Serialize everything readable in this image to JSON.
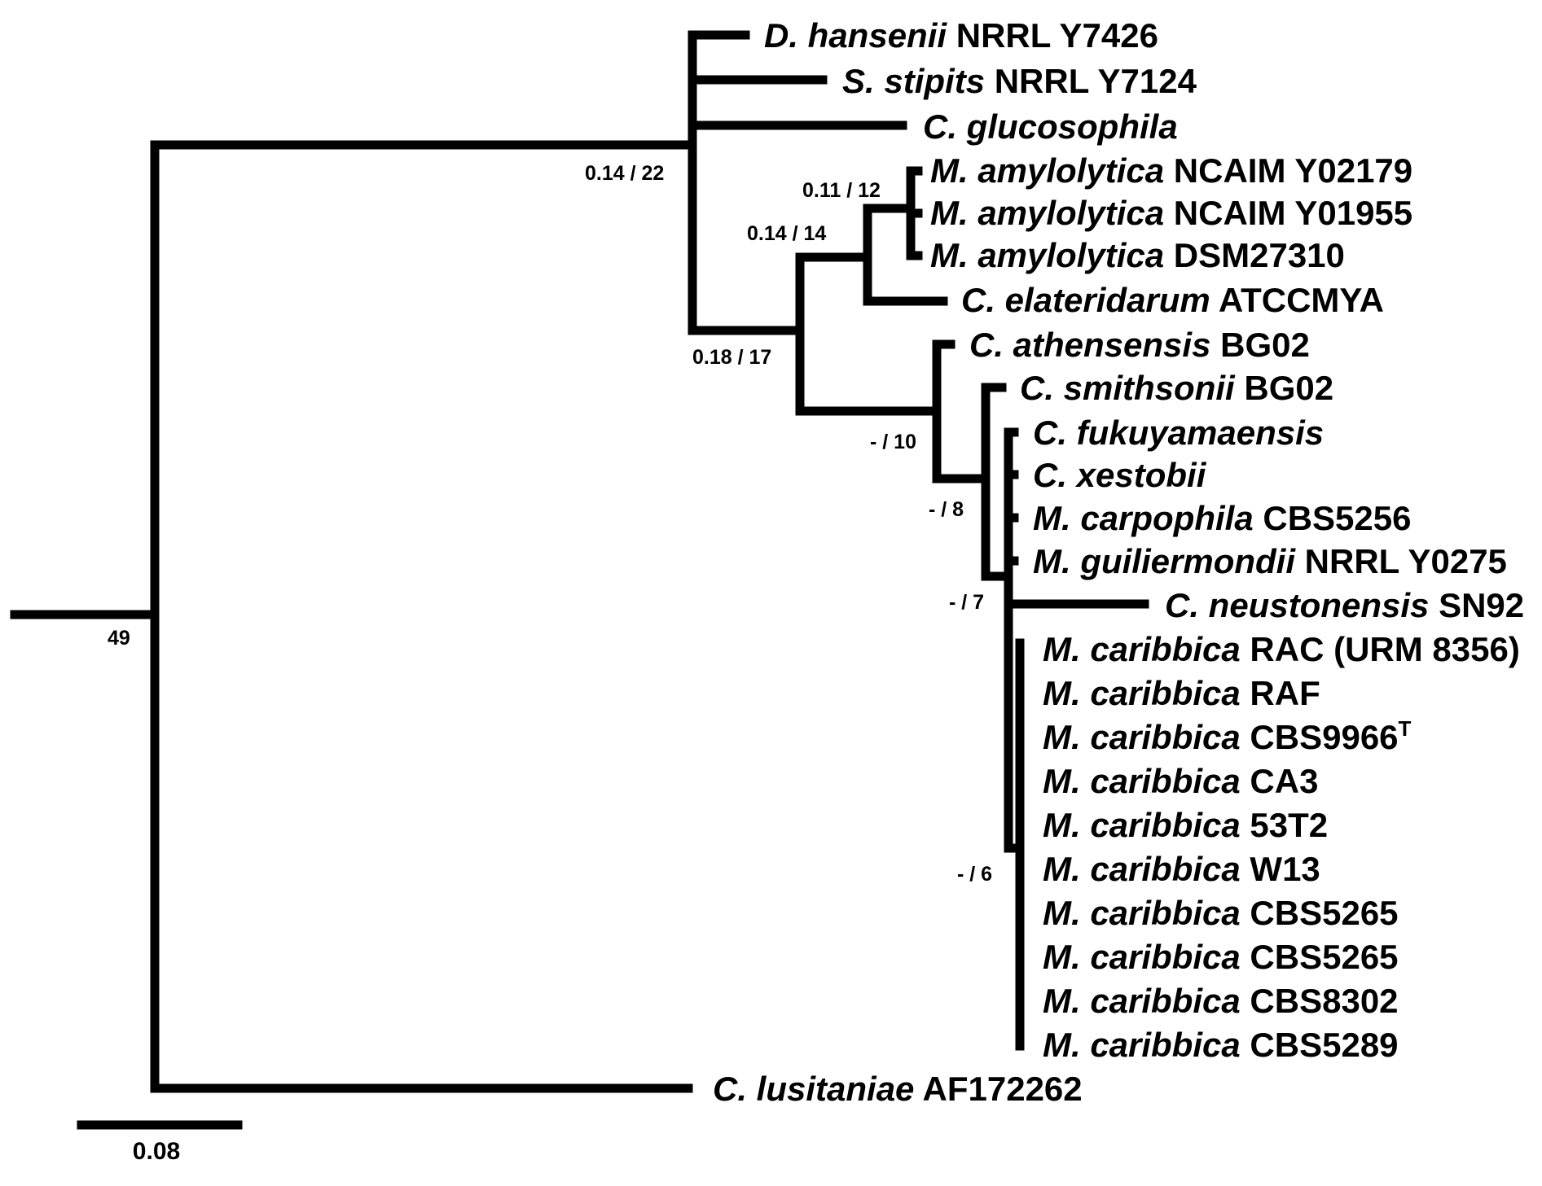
{
  "colors": {
    "line": "#000000",
    "background": "#ffffff"
  },
  "leaves": [
    {
      "id": "dhan",
      "species": "D. hansenii",
      "strain": "NRRL Y7426"
    },
    {
      "id": "ssti",
      "species": "S. stipits",
      "strain": "NRRL Y7124"
    },
    {
      "id": "cglu",
      "species": "C. glucosophila",
      "strain": ""
    },
    {
      "id": "mamy1",
      "species": "M. amylolytica",
      "strain": "NCAIM Y02179"
    },
    {
      "id": "mamy2",
      "species": "M. amylolytica",
      "strain": "NCAIM Y01955"
    },
    {
      "id": "mamy3",
      "species": "M. amylolytica",
      "strain": "DSM27310"
    },
    {
      "id": "cela",
      "species": "C. elateridarum",
      "strain": "ATCCMYA"
    },
    {
      "id": "cath",
      "species": "C. athensensis",
      "strain": "BG02"
    },
    {
      "id": "csmi",
      "species": "C. smithsonii",
      "strain": "BG02"
    },
    {
      "id": "cfuk",
      "species": "C. fukuyamaensis",
      "strain": ""
    },
    {
      "id": "cxes",
      "species": "C. xestobii",
      "strain": ""
    },
    {
      "id": "mcarp",
      "species": "M. carpophila",
      "strain": "CBS5256"
    },
    {
      "id": "mgui",
      "species": "M. guiliermondii",
      "strain": "NRRL Y0275"
    },
    {
      "id": "cneu",
      "species": "C. neustonensis",
      "strain": "SN92"
    },
    {
      "id": "mc1",
      "species": "M. caribbica",
      "strain": "RAC (URM 8356)"
    },
    {
      "id": "mc2",
      "species": "M. caribbica",
      "strain": "RAF"
    },
    {
      "id": "mc3",
      "species": "M. caribbica",
      "strain": "CBS9966",
      "superscript": "T"
    },
    {
      "id": "mc4",
      "species": "M. caribbica",
      "strain": "CA3"
    },
    {
      "id": "mc5",
      "species": "M. caribbica",
      "strain": "53T2"
    },
    {
      "id": "mc6",
      "species": "M. caribbica",
      "strain": "W13"
    },
    {
      "id": "mc7",
      "species": "M. caribbica",
      "strain": "CBS5265"
    },
    {
      "id": "mc8",
      "species": "M. caribbica",
      "strain": "CBS5265"
    },
    {
      "id": "mc9",
      "species": "M. caribbica",
      "strain": "CBS8302"
    },
    {
      "id": "mc10",
      "species": "M. caribbica",
      "strain": "CBS5289"
    },
    {
      "id": "clus",
      "species": "C. lusitaniae",
      "strain": "AF172262"
    }
  ],
  "support": {
    "root": "49",
    "n_top": "0.14 / 22",
    "n_amy": "0.11 / 12",
    "n_amyela": "0.14 / 14",
    "n_mid": "0.18 / 17",
    "n_ath": "- / 10",
    "n_smi": "- / 8",
    "n_neu": "- / 7",
    "n_car": "- / 6"
  },
  "scale_bar": {
    "label": "0.08"
  }
}
